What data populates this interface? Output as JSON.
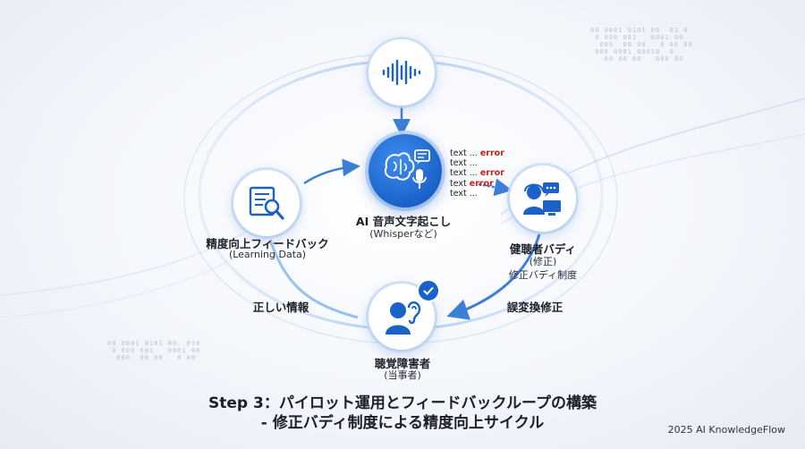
{
  "nodes": {
    "ai": {
      "title": "AI 音声文字起こし",
      "subtitle": "(Whisperなど)",
      "icon": "brain-microphone-icon"
    },
    "buddy": {
      "title": "健聴者バディ",
      "line2": "(修正)",
      "line3": "修正バディ制度",
      "icon": "operator-headset-icon"
    },
    "user": {
      "title": "聴覚障害者",
      "subtitle": "(当事者)",
      "icon": "person-ear-icon",
      "badge_icon": "check-badge-icon"
    },
    "feedback": {
      "title": "精度向上フィードバック",
      "subtitle": "(Learning Data)",
      "icon": "document-search-icon"
    },
    "audio": {
      "icon": "sound-wave-icon"
    }
  },
  "edges": {
    "buddy_to_user": "誤変換修正",
    "user_to_feedback": "正しい情報"
  },
  "transcript": [
    {
      "text": "text ... ",
      "error": "error"
    },
    {
      "text": "text ...",
      "error": ""
    },
    {
      "text": "text ... ",
      "error": "error"
    },
    {
      "text": "text ",
      "error": "error"
    },
    {
      "text": "text ...",
      "error": ""
    }
  ],
  "title": {
    "line1": "Step 3：パイロット運用とフィードバックループの構築",
    "line2": "- 修正バディ制度による精度向上サイクル"
  },
  "credit": "2025 AI KnowledgeFlow",
  "colors": {
    "accent": "#1a62c9",
    "error": "#c9201c",
    "arrow": "#3d7fd6"
  }
}
